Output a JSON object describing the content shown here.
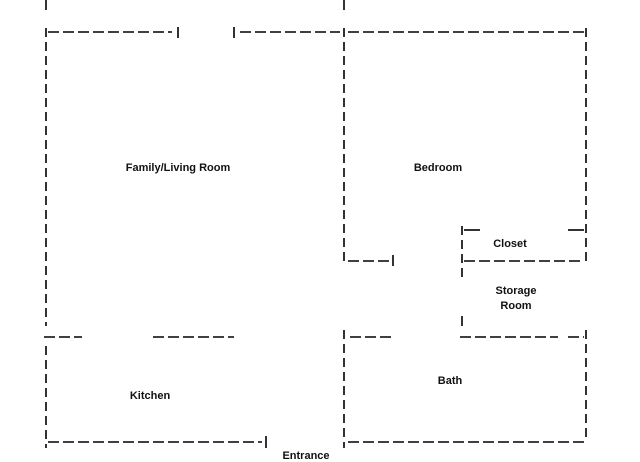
{
  "floor_plan": {
    "rooms": {
      "family_living": "Family/Living Room",
      "bedroom": "Bedroom",
      "closet": "Closet",
      "storage_line1": "Storage",
      "storage_line2": "Room",
      "kitchen": "Kitchen",
      "bath": "Bath",
      "entrance": "Entrance"
    },
    "colors": {
      "wall": "#000000",
      "background": "#ffffff"
    }
  }
}
